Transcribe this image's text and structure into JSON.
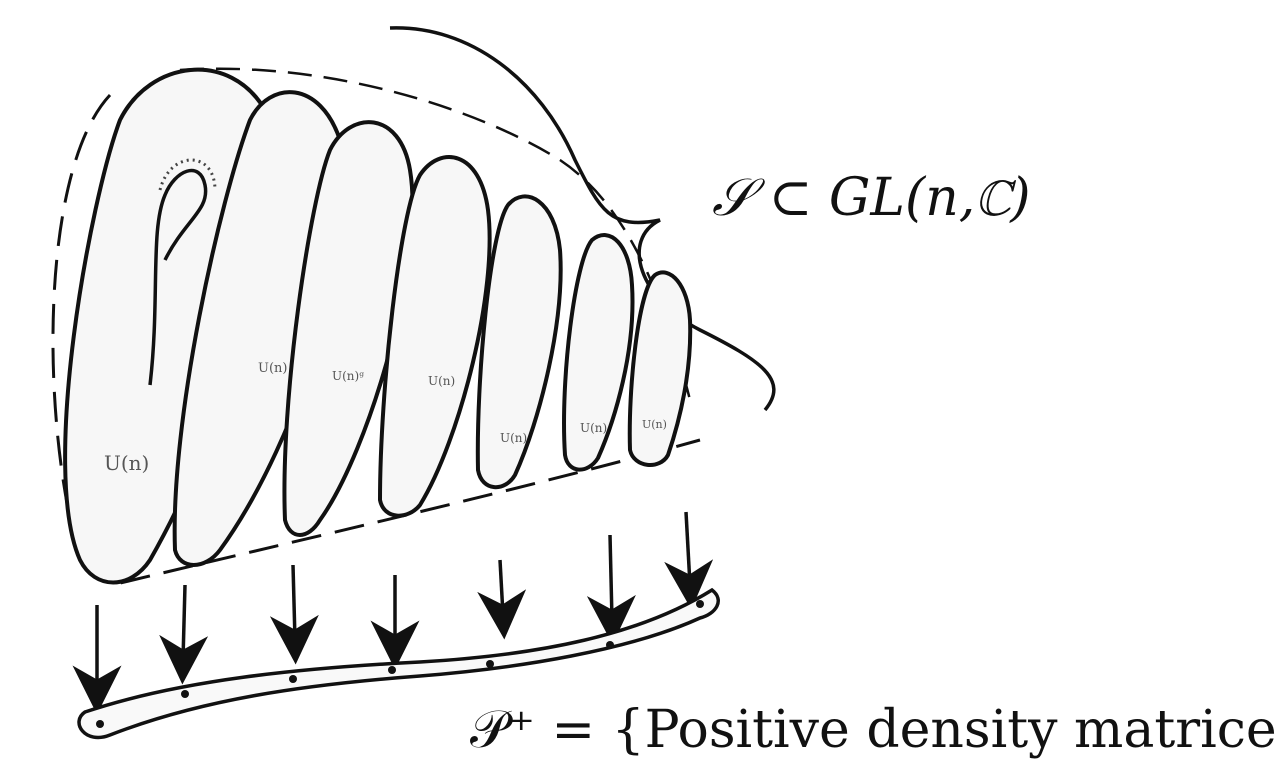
{
  "group_label": "𝒮 ⊂ GL(n,ℂ)",
  "base_label": "𝒫⁺ = {Positive density matrices}",
  "fiber_labels": [
    "U(n)",
    "U(n)",
    "U(n)ᵍ",
    "U(n)",
    "U(n)",
    "U(n)",
    "U(n)"
  ],
  "colors": {
    "ink": "#111111",
    "stipple": "#444444",
    "fiber_text": "#555555"
  },
  "arrow_count": 7
}
